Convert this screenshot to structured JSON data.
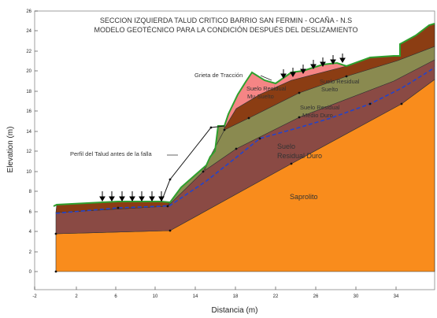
{
  "title": {
    "line1": "SECCION IZQUIERDA TALUD CRITICO BARRIO SAN FERMIN - OCAÑA - N.S",
    "line2": "MODELO GEOTÉCNICO PARA LA CONDICIÓN DESPUÉS DEL DESLIZAMIENTO"
  },
  "axes": {
    "xlabel": "Distancia (m)",
    "ylabel": "Elevation (m)",
    "xticks": [
      "-2",
      "2",
      "6",
      "10",
      "14",
      "18",
      "22",
      "26",
      "30",
      "34"
    ],
    "yticks": [
      "0",
      "2",
      "4",
      "6",
      "8",
      "10",
      "12",
      "14",
      "16",
      "18",
      "20",
      "22",
      "24",
      "26"
    ]
  },
  "labels": {
    "grieta": "Grieta de Tracción",
    "perfil": "Perfil del Talud antes de la falla",
    "mu_suelto_1": "Suelo Residual",
    "mu_suelto_2": "Mu Suelto",
    "suelto_1": "Suelo Residual",
    "suelto_2": "Suelto",
    "medio_1": "Suelo Residual",
    "medio_2": "Medio Duro",
    "duro_1": "Suelo",
    "duro_2": "Residual Duro",
    "saprolito": "Saprolito"
  },
  "colors": {
    "saprolito": "#f98c1c",
    "duro": "#8a4a44",
    "medio": "#8a8a50",
    "suelto": "#8b3d13",
    "mu_suelto": "#f58585",
    "ground_line": "#2ea02e",
    "water_table": "#2244cc"
  },
  "symbols": {
    "load_arrow": "load-arrow-icon"
  }
}
